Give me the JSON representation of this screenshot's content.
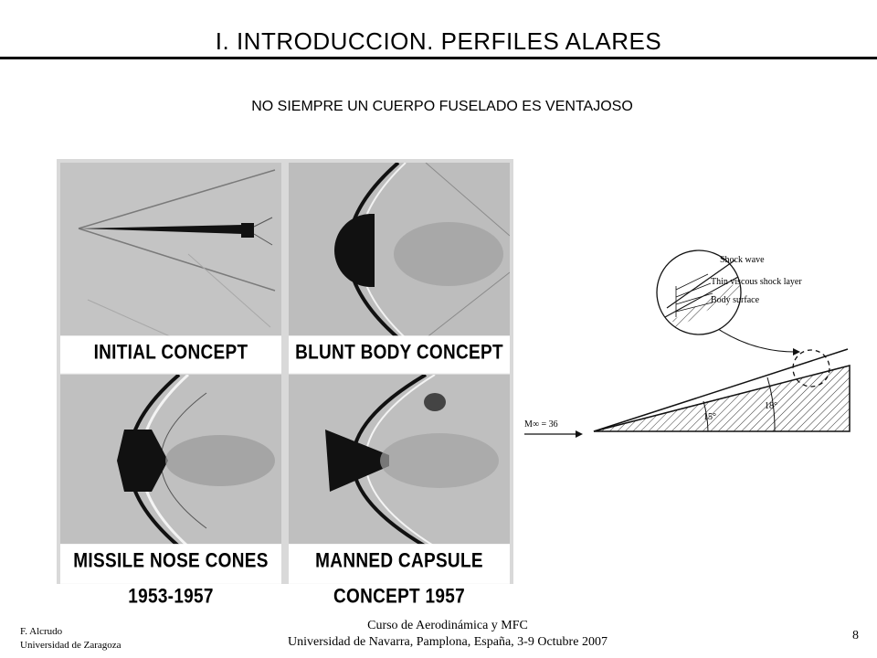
{
  "header": {
    "title": "I. INTRODUCCION. PERFILES ALARES",
    "subtitle": "NO SIEMPRE UN CUERPO FUSELADO ES VENTAJOSO"
  },
  "photo_panels": [
    {
      "caption": "INITIAL CONCEPT"
    },
    {
      "caption": "BLUNT BODY CONCEPT 1953"
    },
    {
      "caption": "MISSILE NOSE CONES 1953-1957"
    },
    {
      "caption": "MANNED CAPSULE CONCEPT 1957"
    }
  ],
  "diagram": {
    "labels": {
      "shock_wave": "Shock wave",
      "thin_viscous": "Thin viscous shock layer",
      "body_surface": "Body surface",
      "mach": "M∞ = 36",
      "angle_18": "18°",
      "angle_15": "15°"
    }
  },
  "footer": {
    "author": "F. Alcrudo",
    "affiliation": "Universidad de Zaragoza",
    "course": "Curso de Aerodinámica y MFC",
    "venue": "Universidad de Navarra, Pamplona, España, 3-9 Octubre 2007",
    "page": "8"
  }
}
